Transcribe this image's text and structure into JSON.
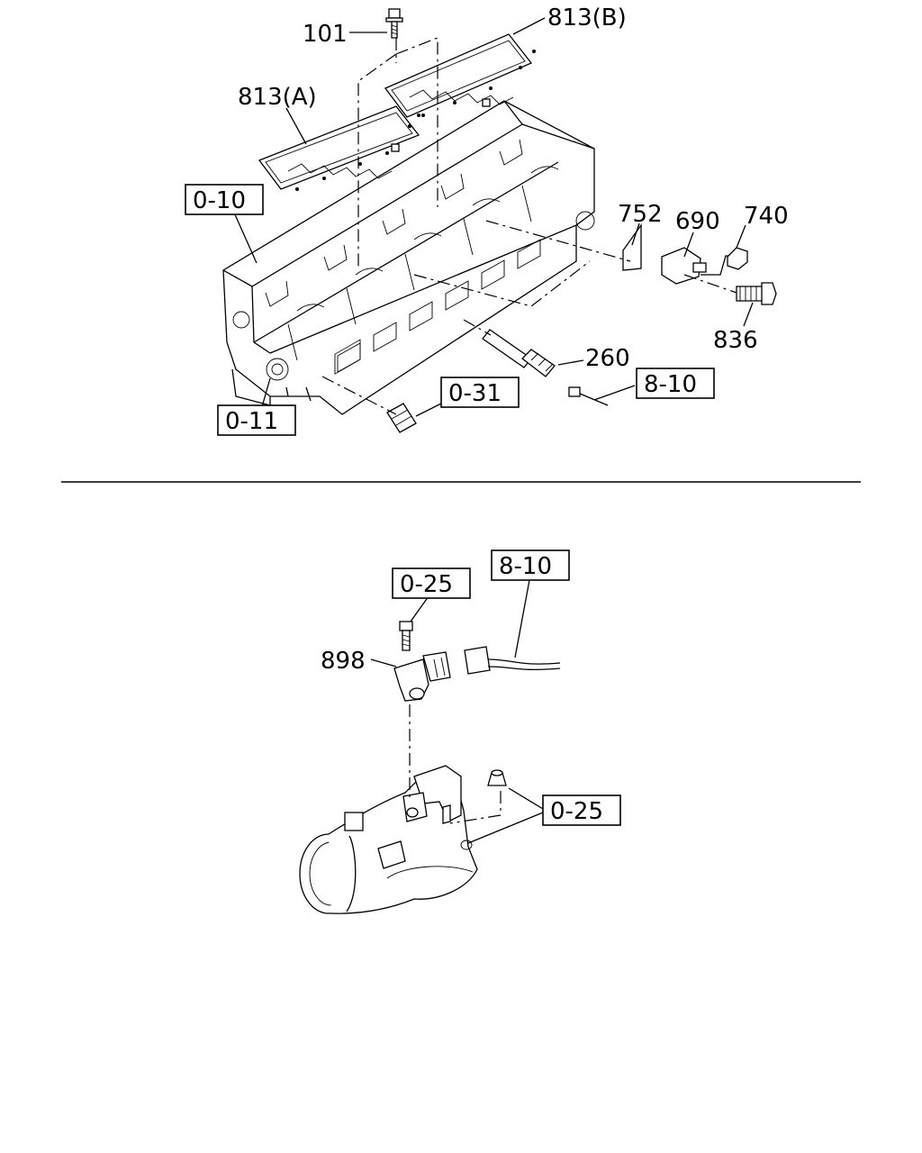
{
  "diagram": {
    "upper": {
      "callouts": [
        "101",
        "813(B)",
        "813(A)",
        "752",
        "690",
        "740",
        "836",
        "260"
      ],
      "boxed_refs": [
        "0-10",
        "0-11",
        "0-31",
        "8-10"
      ]
    },
    "lower": {
      "callouts": [
        "898"
      ],
      "boxed_refs": [
        "0-25",
        "8-10",
        "0-25"
      ]
    }
  }
}
